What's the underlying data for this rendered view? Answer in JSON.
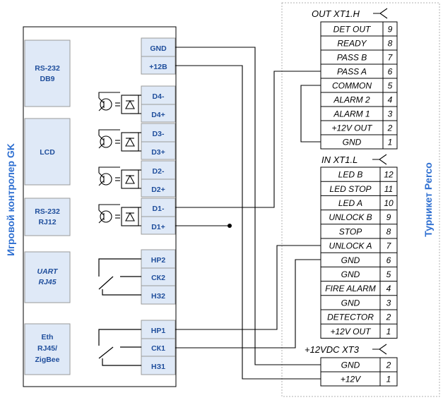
{
  "controller": {
    "title": "Игровой контролер GK",
    "modules": [
      {
        "line1": "RS-232",
        "line2": "DB9",
        "italic": false
      },
      {
        "line1": "LCD",
        "line2": "",
        "italic": false
      },
      {
        "line1": "RS-232",
        "line2": "RJ12",
        "italic": false
      },
      {
        "line1": "UART",
        "line2": "RJ45",
        "italic": true
      },
      {
        "line1": "Eth",
        "line2": "RJ45/",
        "line3": "ZigBee",
        "italic": false
      }
    ],
    "terminals": {
      "power": [
        "GND",
        "+12В"
      ],
      "d4": [
        "D4-",
        "D4+"
      ],
      "d3": [
        "D3-",
        "D3+"
      ],
      "d2": [
        "D2-",
        "D2+"
      ],
      "d1": [
        "D1-",
        "D1+"
      ],
      "relay2": [
        "НР2",
        "СК2",
        "НЗ2"
      ],
      "relay1": [
        "НР1",
        "СК1",
        "НЗ1"
      ]
    }
  },
  "turnstile": {
    "title": "Турникет Perco",
    "out_header": "OUT  XT1.H",
    "out_rows": [
      {
        "label": "DET OUT",
        "pin": "9"
      },
      {
        "label": "READY",
        "pin": "8"
      },
      {
        "label": "PASS B",
        "pin": "7"
      },
      {
        "label": "PASS A",
        "pin": "6"
      },
      {
        "label": "COMMON",
        "pin": "5"
      },
      {
        "label": "ALARM 2",
        "pin": "4"
      },
      {
        "label": "ALARM 1",
        "pin": "3"
      },
      {
        "label": "+12V OUT",
        "pin": "2"
      },
      {
        "label": "GND",
        "pin": "1"
      }
    ],
    "in_header": "IN   XT1.L",
    "in_rows": [
      {
        "label": "LED B",
        "pin": "12"
      },
      {
        "label": "LED STOP",
        "pin": "11"
      },
      {
        "label": "LED A",
        "pin": "10"
      },
      {
        "label": "UNLOCK B",
        "pin": "9"
      },
      {
        "label": "STOP",
        "pin": "8"
      },
      {
        "label": "UNLOCK A",
        "pin": "7"
      },
      {
        "label": "GND",
        "pin": "6"
      },
      {
        "label": "GND",
        "pin": "5"
      },
      {
        "label": "FIRE ALARM",
        "pin": "4"
      },
      {
        "label": "GND",
        "pin": "3"
      },
      {
        "label": "DETECTOR",
        "pin": "2"
      },
      {
        "label": "+12V OUT",
        "pin": "1"
      }
    ],
    "pwr_header": "+12VDC  XT3",
    "pwr_rows": [
      {
        "label": "GND",
        "pin": "2"
      },
      {
        "label": "+12V",
        "pin": "1"
      }
    ]
  }
}
